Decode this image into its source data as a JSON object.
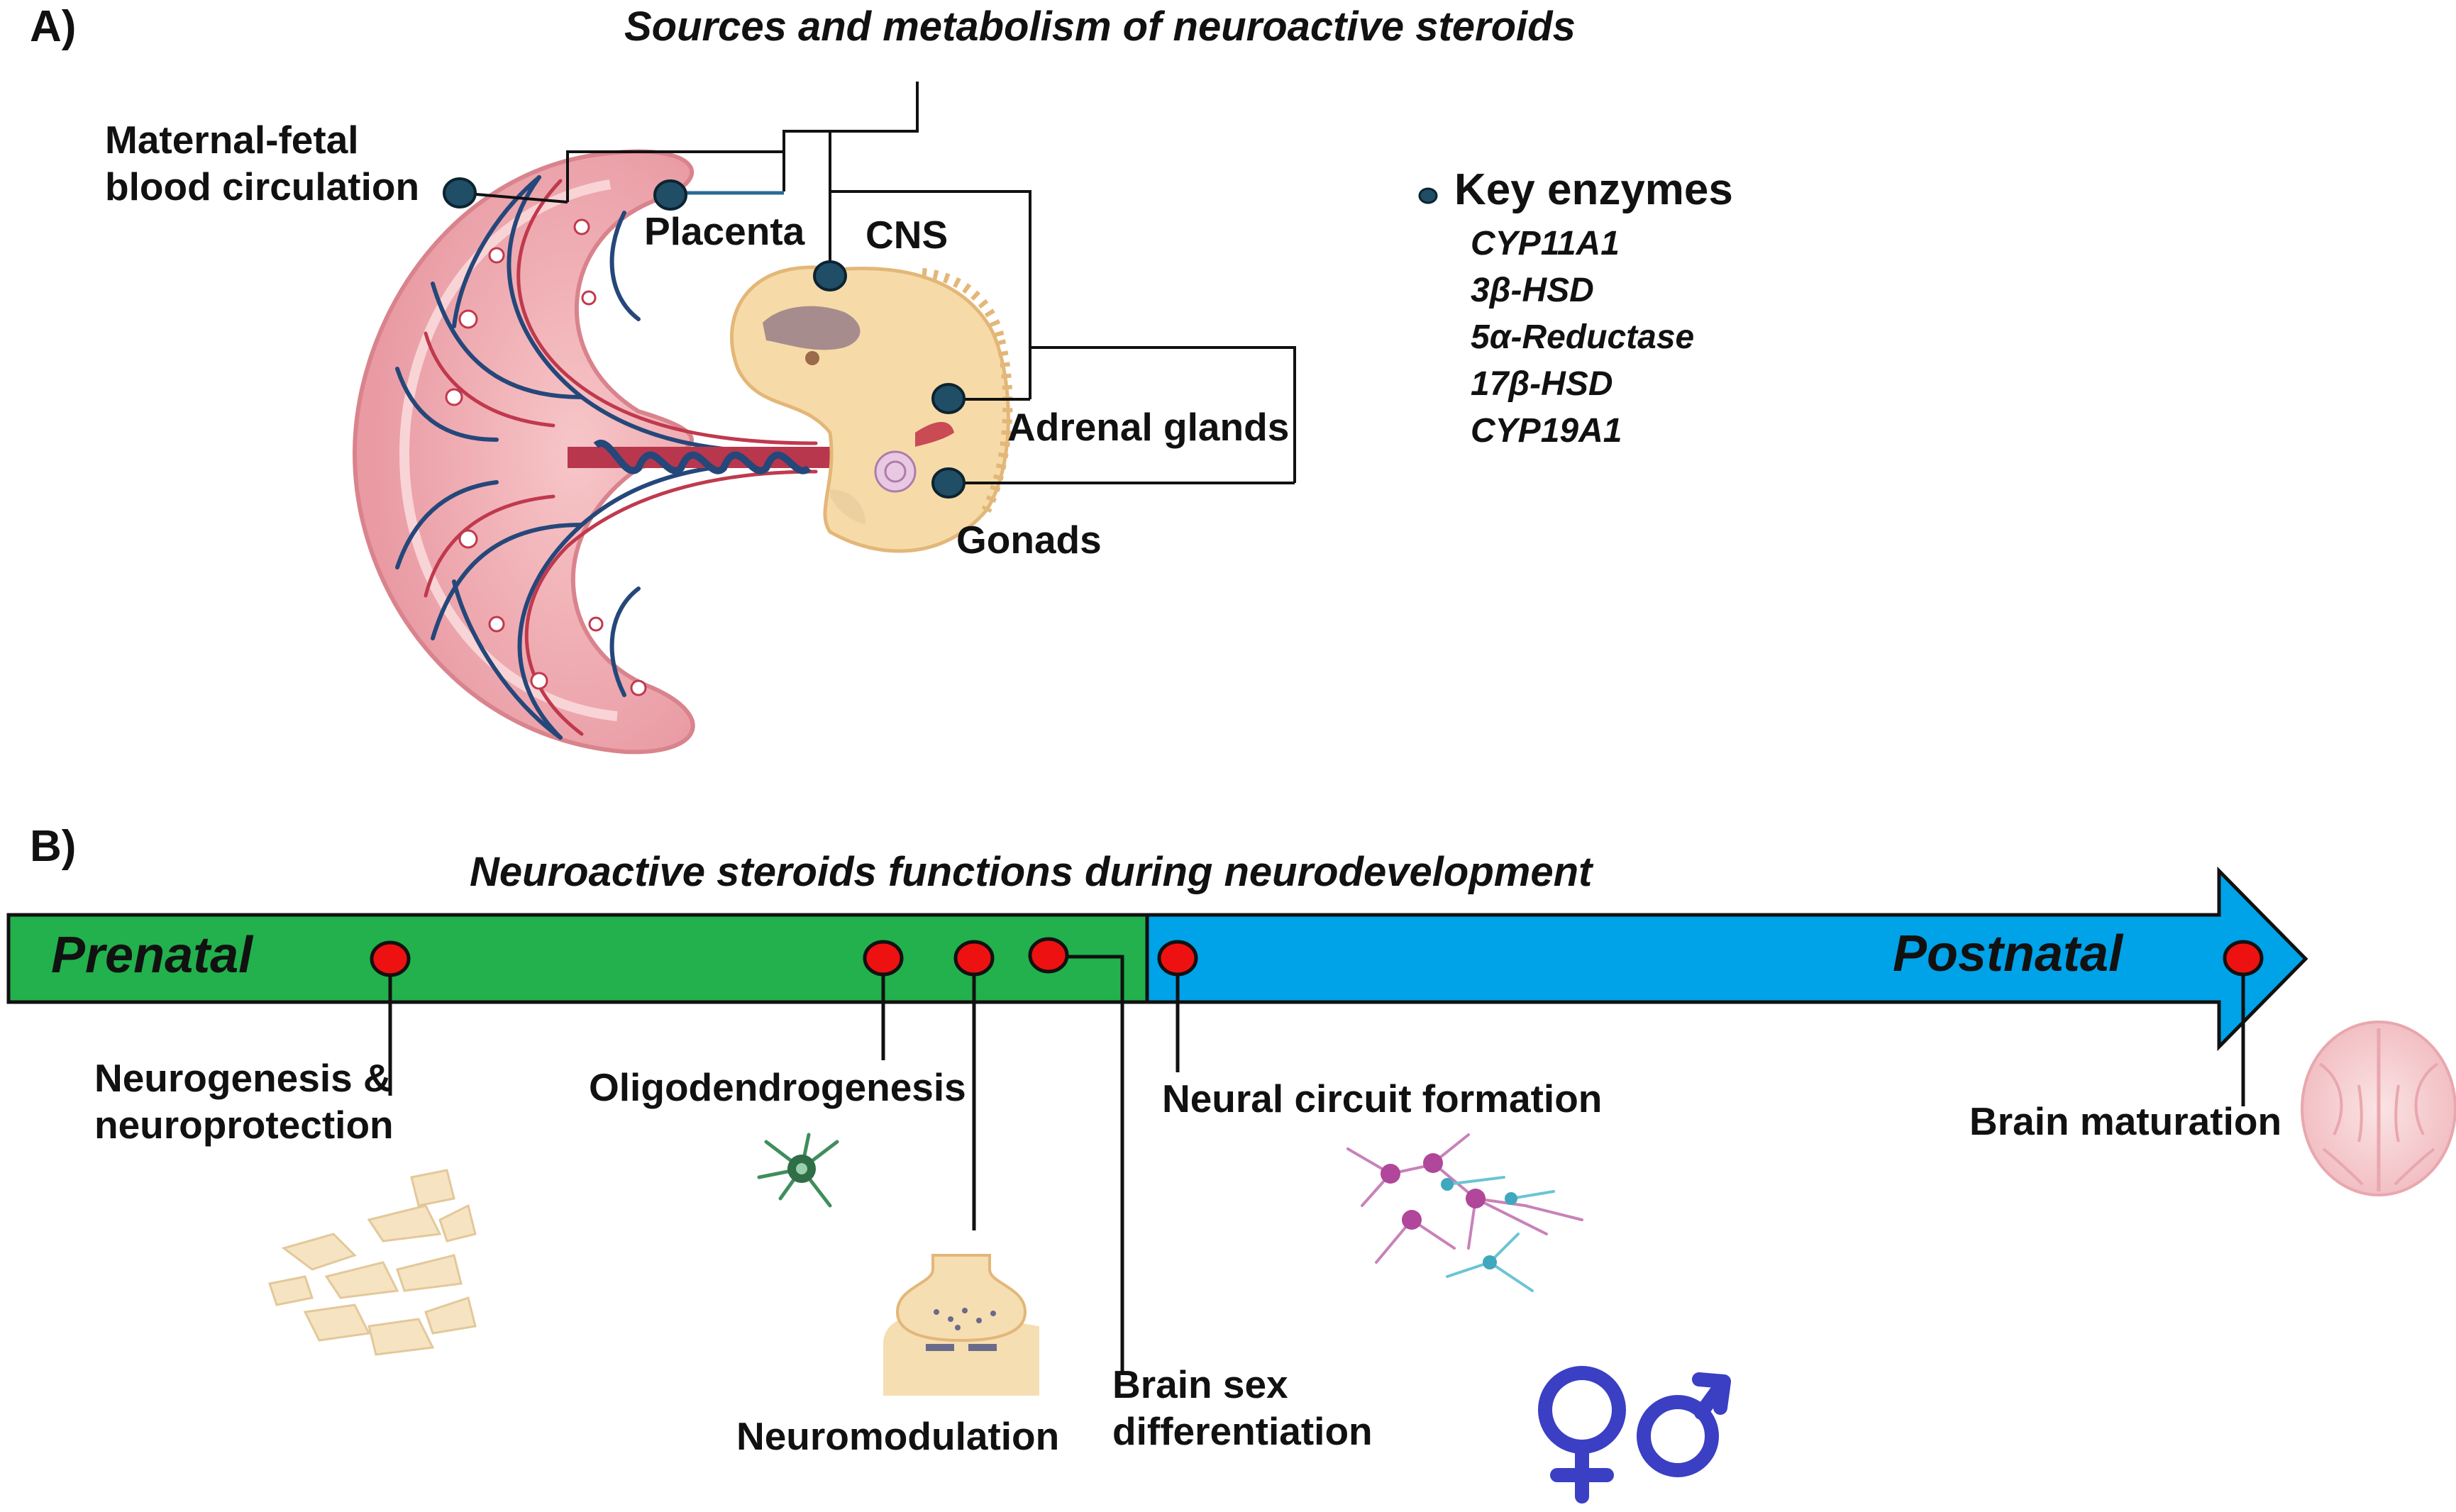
{
  "panel_a": {
    "label": "A)",
    "title": "Sources and metabolism of neuroactive steroids",
    "sources": {
      "maternal_line1": "Maternal-fetal",
      "maternal_line2": "blood circulation",
      "placenta": "Placenta",
      "cns": "CNS",
      "adrenal": "Adrenal glands",
      "gonads": "Gonads"
    },
    "legend": {
      "heading": "Key enzymes",
      "enzymes": [
        "CYP11A1",
        "3β-HSD",
        "5α-Reductase",
        "17β-HSD",
        "CYP19A1"
      ]
    }
  },
  "panel_b": {
    "label": "B)",
    "title": "Neuroactive steroids functions during neurodevelopment",
    "prenatal": "Prenatal",
    "postnatal": "Postnatal",
    "functions": {
      "neurogenesis_line1": "Neurogenesis &",
      "neurogenesis_line2": "neuroprotection",
      "oligodendrogenesis": "Oligodendrogenesis",
      "neuromodulation": "Neuromodulation",
      "brain_sex_line1": "Brain sex",
      "brain_sex_line2": "differentiation",
      "neural_circuit": "Neural circuit formation",
      "brain_maturation": "Brain maturation"
    }
  },
  "colors": {
    "prenatal_bar": "#22b14c",
    "postnatal_bar": "#00a2e8",
    "event_dot": "#ee1111",
    "source_dot": "#1f4e66",
    "placenta": "#f2b3b8",
    "vessel": "#25477a",
    "embryo": "#f6dba8",
    "sex_symbols": "#3b3fc4"
  }
}
